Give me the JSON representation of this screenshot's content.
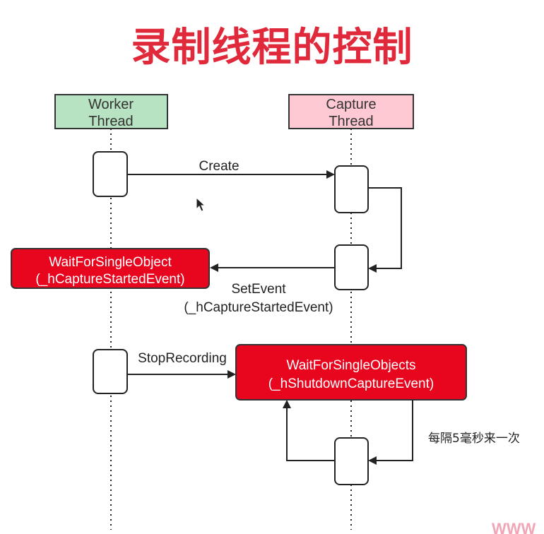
{
  "title": "录制线程的控制",
  "lifelines": {
    "worker": {
      "line1": "Worker",
      "line2": "Thread",
      "color": "#b8e3c2"
    },
    "capture": {
      "line1": "Capture",
      "line2": "Thread",
      "color": "#ffc9d3"
    }
  },
  "messages": {
    "create": "Create",
    "set_event_line1": "SetEvent",
    "set_event_line2": "(_hCaptureStartedEvent)",
    "stop_recording": "StopRecording",
    "every_5ms": "每隔5毫秒来一次"
  },
  "boxes": {
    "wait_started_line1": "WaitForSingleObject",
    "wait_started_line2": "(_hCaptureStartedEvent)",
    "wait_shutdown_line1": "WaitForSingleObjects",
    "wait_shutdown_line2": "(_hShutdownCaptureEvent)"
  },
  "colors": {
    "red_box": "#e8061f",
    "title": "#e02a3b"
  },
  "watermark": "WWW"
}
